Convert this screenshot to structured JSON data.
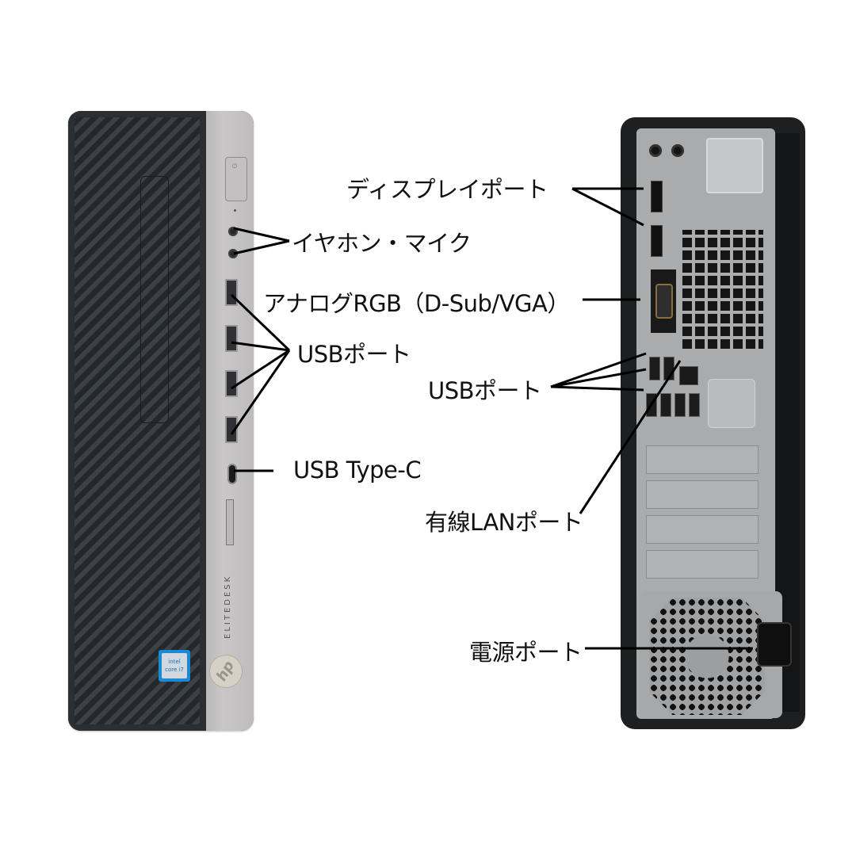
{
  "front": {
    "brand_series": "ELITEDESK",
    "brand_logo": "hp",
    "cpu_badge": "intel core i7",
    "power_glyph": "⏻"
  },
  "labels": {
    "display_port": "ディスプレイポート",
    "audio": "イヤホン・マイク",
    "vga": "アナログRGB（D-Sub/VGA）",
    "usb_front": "USBポート",
    "usb_rear": "USBポート",
    "usb_c": "USB Type-C",
    "lan": "有線LANポート",
    "power": "電源ポート"
  },
  "colors": {
    "case_dark": "#2f3337",
    "front_panel_silver": "#c6c4c5",
    "rear_plate": "#a9abad",
    "intel_blue": "#1a8ad4",
    "leader_line": "#000000"
  }
}
